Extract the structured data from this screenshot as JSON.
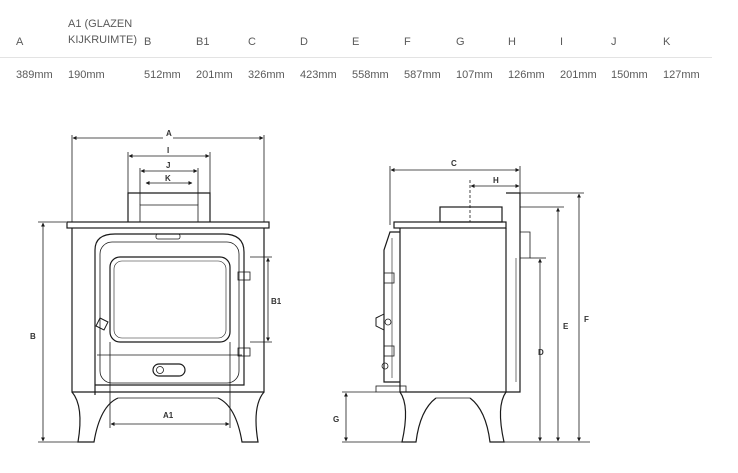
{
  "spec_table": {
    "headers": [
      "A",
      "A1 (GLAZEN KIJKRUIMTE)",
      "B",
      "B1",
      "C",
      "D",
      "E",
      "F",
      "G",
      "H",
      "I",
      "J",
      "K"
    ],
    "header_a1_line1": "A1 (GLAZEN",
    "header_a1_line2": "KIJKRUIMTE)",
    "values": [
      "389mm",
      "190mm",
      "512mm",
      "201mm",
      "326mm",
      "423mm",
      "558mm",
      "587mm",
      "107mm",
      "126mm",
      "201mm",
      "150mm",
      "127mm"
    ]
  },
  "diagram": {
    "front_labels": {
      "a": "A",
      "i": "I",
      "j": "J",
      "k": "K",
      "b": "B",
      "b1": "B1",
      "a1": "A1"
    },
    "side_labels": {
      "c": "C",
      "h": "H",
      "d": "D",
      "e": "E",
      "f": "F",
      "g": "G"
    },
    "stroke_color": "#1a1a1a"
  }
}
